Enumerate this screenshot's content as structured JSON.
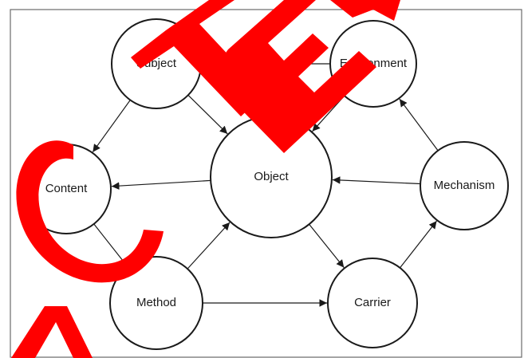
{
  "diagram": {
    "nodes": {
      "subject": "Subject",
      "environment": "Environment",
      "content": "Content",
      "object": "Object",
      "mechanism": "Mechanism",
      "method": "Method",
      "carrier": "Carrier"
    },
    "edges": [
      {
        "from": "environment",
        "to": "subject"
      },
      {
        "from": "subject",
        "to": "content"
      },
      {
        "from": "subject",
        "to": "object"
      },
      {
        "from": "environment",
        "to": "object"
      },
      {
        "from": "object",
        "to": "content"
      },
      {
        "from": "mechanism",
        "to": "object"
      },
      {
        "from": "mechanism",
        "to": "environment"
      },
      {
        "from": "content",
        "to": "method"
      },
      {
        "from": "method",
        "to": "object"
      },
      {
        "from": "object",
        "to": "carrier"
      },
      {
        "from": "method",
        "to": "carrier"
      },
      {
        "from": "carrier",
        "to": "mechanism"
      }
    ]
  },
  "overlay": {
    "color": "#ff0000"
  }
}
